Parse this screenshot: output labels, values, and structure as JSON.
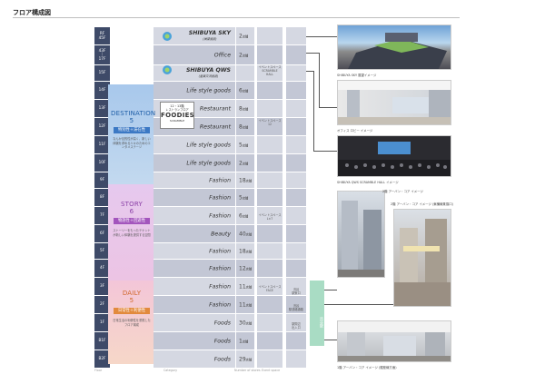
{
  "title": "フロア構成図",
  "floors": [
    {
      "floor": "RF\n45F",
      "tenant": "SHIBUYA SKY",
      "sub": "(展望施設)",
      "count": "2",
      "unit": "店舗",
      "c5": ""
    },
    {
      "floor": "43F\n｜\n17F",
      "tenant": "Office",
      "count": "2",
      "unit": "店舗",
      "c5": ""
    },
    {
      "floor": "15F",
      "tenant": "SHIBUYA QWS",
      "sub": "(産業交流施設)",
      "count": "",
      "unit": "",
      "c5": ""
    },
    {
      "floor": "14F",
      "tenant": "Life style goods",
      "count": "6",
      "unit": "店舗"
    },
    {
      "floor": "13F",
      "tenant": "Restaurant",
      "count": "8",
      "unit": "店舗"
    },
    {
      "floor": "12F",
      "tenant": "Restaurant",
      "count": "8",
      "unit": "店舗"
    },
    {
      "floor": "11F",
      "tenant": "Life style goods",
      "count": "5",
      "unit": "店舗"
    },
    {
      "floor": "10F",
      "tenant": "Life style goods",
      "count": "2",
      "unit": "店舗"
    },
    {
      "floor": "9F",
      "tenant": "Fashion",
      "count": "18",
      "unit": "店舗"
    },
    {
      "floor": "8F",
      "tenant": "Fashion",
      "count": "5",
      "unit": "店舗"
    },
    {
      "floor": "7F",
      "tenant": "Fashion",
      "count": "6",
      "unit": "店舗"
    },
    {
      "floor": "6F",
      "tenant": "Beauty",
      "count": "40",
      "unit": "店舗"
    },
    {
      "floor": "5F",
      "tenant": "Fashion",
      "count": "18",
      "unit": "店舗"
    },
    {
      "floor": "4F",
      "tenant": "Fashion",
      "count": "12",
      "unit": "店舗"
    },
    {
      "floor": "3F",
      "tenant": "Fashion",
      "count": "11",
      "unit": "店舗"
    },
    {
      "floor": "2F",
      "tenant": "Fashion",
      "count": "11",
      "unit": "店舗"
    },
    {
      "floor": "1F",
      "tenant": "Foods",
      "count": "30",
      "unit": "店舗"
    },
    {
      "floor": "B1F",
      "tenant": "Foods",
      "count": "1",
      "unit": "店舗"
    },
    {
      "floor": "B2F",
      "tenant": "Foods",
      "count": "29",
      "unit": "店舗"
    }
  ],
  "zones": {
    "destination": {
      "name": "DESTINATION",
      "num": "5",
      "tag": "特別性＋滞在性",
      "desc": "なんか目的性が高く、新しい体験を求める人々のためのエンタメステージ"
    },
    "story": {
      "name": "STORY",
      "num": "6",
      "tag": "物語性＋回遊性",
      "desc": "ストーリーをもったテナントが新しい体験を提供する空間"
    },
    "daily": {
      "name": "DAILY",
      "num": "5",
      "tag": "日常性＋利便性",
      "desc": "日常生活の利便性を重視したフロア構成"
    }
  },
  "foodies": {
    "line1": "12・13階",
    "line2": "レストランフロア",
    "name": "FOODIES",
    "sub": "SCRAMBLE"
  },
  "events": {
    "hall": "イベントスペース\nSCRAMBLE\nHALL",
    "s12": "イベントスペース\n12",
    "s7": "イベントスペース\nL×7",
    "face": "イベントスペース\nFACE"
  },
  "col5": {
    "r3": "渋谷\n駅東口",
    "r2": "渋谷\n駅連絡通路",
    "r1": "駅周辺\n出入口",
    "label": "渋谷駅"
  },
  "footer": [
    "Floor",
    "Category",
    "Number of stores",
    "Event space"
  ],
  "captions": [
    "SHIBUYA SKY 展望イメージ",
    "オフィス ロビー イメージ",
    "SHIBUYA QWS SCRAMBLE HALL イメージ",
    "2階 アーバン・コア イメージ",
    "2階 アーバン・コア イメージ (東横線乗換口)",
    "1階 アーバン・コア イメージ (銀座線方面)"
  ]
}
